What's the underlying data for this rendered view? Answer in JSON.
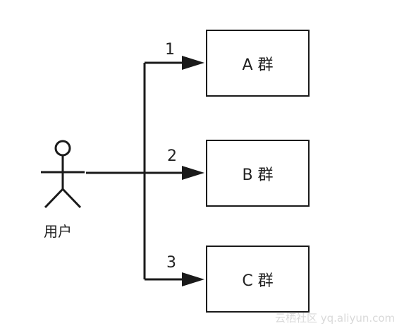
{
  "actor": {
    "label": "用户"
  },
  "groups": [
    {
      "label": "A 群",
      "edge": "1"
    },
    {
      "label": "B 群",
      "edge": "2"
    },
    {
      "label": "C 群",
      "edge": "3"
    }
  ],
  "watermark": "云栖社区 yq.aliyun.com",
  "colors": {
    "stroke": "#1a1a1a",
    "text": "#222222",
    "watermark": "#d9d9d9"
  }
}
